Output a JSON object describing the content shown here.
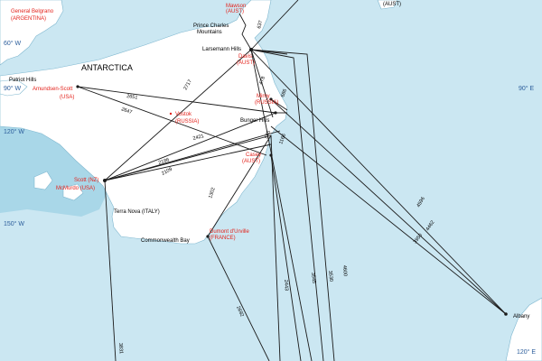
{
  "map": {
    "colors": {
      "sea": "#cbe7f2",
      "ice_shelf": "#a9d7e8",
      "land": "#ffffff",
      "route": "#1a1a1a",
      "station_red": "#e3221b",
      "label_black": "#000000",
      "grid_blue": "#2b5d9b"
    },
    "continent_label": "ANTARCTICA",
    "meridians": [
      "60° W",
      "90° W",
      "120° W",
      "150° W",
      "90° E",
      "120° E"
    ],
    "stations": [
      {
        "id": "general-belgrano",
        "name": "General Belgrano",
        "country": "(ARGENTINA)",
        "red": true
      },
      {
        "id": "patriot-hills",
        "name": "Patriot Hills",
        "red": false
      },
      {
        "id": "amundsen-scott",
        "name": "Amundsen-Scott",
        "country": "(USA)",
        "red": true
      },
      {
        "id": "vostok",
        "name": "Vostok",
        "country": "(RUSSIA)",
        "red": true
      },
      {
        "id": "mawson",
        "name": "Mawson",
        "country": "(AUST)",
        "red": true
      },
      {
        "id": "aust-top",
        "name": "(AUST)",
        "red": false
      },
      {
        "id": "prince-charles",
        "name": "Prince Charles",
        "country": "Mountains",
        "red": false
      },
      {
        "id": "larsemann",
        "name": "Larsemann Hills",
        "red": false
      },
      {
        "id": "davis",
        "name": "Davis",
        "country": "(AUST)",
        "red": true
      },
      {
        "id": "mirny",
        "name": "Mirny",
        "country": "(RUSSIA)",
        "red": true
      },
      {
        "id": "bunger",
        "name": "Bunger Hills",
        "red": false
      },
      {
        "id": "casey",
        "name": "Casey",
        "country": "(AUST)",
        "red": true
      },
      {
        "id": "scott",
        "name": "Scott (NZ)",
        "red": true
      },
      {
        "id": "mcmurdo",
        "name": "McMurdo (USA)",
        "red": true
      },
      {
        "id": "terra-nova",
        "name": "Terra Nova (ITALY)",
        "red": false
      },
      {
        "id": "commonwealth",
        "name": "Commonwealth Bay",
        "red": false
      },
      {
        "id": "dumont",
        "name": "Dumont d'Urville",
        "country": "(FRANCE)",
        "red": true
      },
      {
        "id": "albany",
        "name": "Albany",
        "red": false
      }
    ],
    "distances": [
      "637",
      "2717",
      "2651",
      "2647",
      "2421",
      "2186",
      "2109",
      "1302",
      "2692",
      "3831",
      "2443",
      "3545",
      "3530",
      "4600",
      "4596",
      "4462",
      "3950",
      "478",
      "686",
      "1166",
      "545"
    ]
  }
}
